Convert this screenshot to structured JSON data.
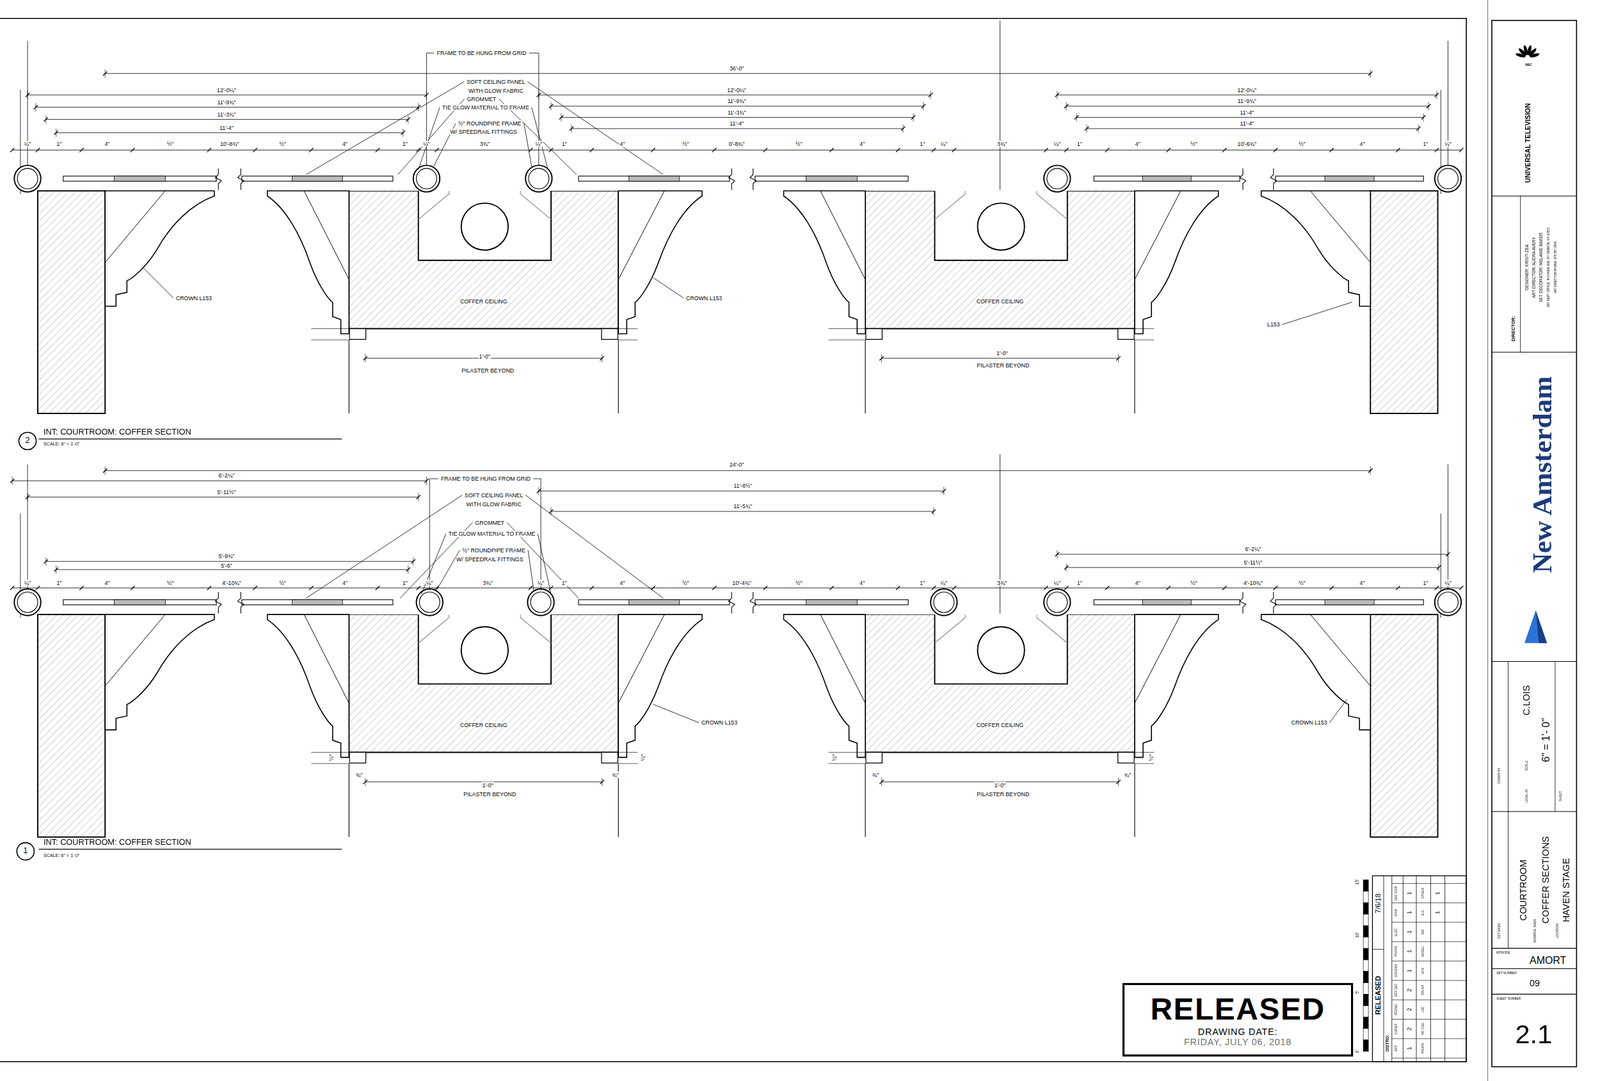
{
  "diagram": {
    "nodes": [
      {
        "text": [
          "COFFER CEILING"
        ]
      },
      {
        "text": [
          "COFFER CEILING"
        ]
      },
      {
        "text": [
          "2"
        ]
      },
      {
        "text": [
          "COFFER CEILING"
        ]
      },
      {
        "text": [
          "COFFER CEILING"
        ]
      },
      {
        "text": [
          "1"
        ]
      },
      {
        "text": [
          "RELEASED",
          "DRAWING DATE:",
          "FRIDAY, JULY 06, 2018"
        ]
      }
    ],
    "labels": [
      "FRAME TO BE HUNG FROM GRID",
      "36'-0\"",
      "12'-0¼\"",
      "11'-9¾\"",
      "11'-3¾\"",
      "11'-4\"",
      "SOFT CEILING PANEL",
      "WITH GLOW FABRIC",
      "GROMMET",
      "TIE GLOW MATERIAL TO FRAME",
      "½\" ROUNDPIPE FRAME",
      "W/ SPEEDRAIL FITTINGS",
      "12'-0¼\"",
      "11'-9¾\"",
      "11'-3¾\"",
      "11'-4\"",
      "12'-0¼\"",
      "11'-9¾\"",
      "11'-4\"",
      "11'-4\"",
      "¼\"",
      "1\"",
      "4\"",
      "½\"",
      "10'-8¾\"",
      "½\"",
      "4\"",
      "1\"",
      "¼\"",
      "3¾\"",
      "¼\"",
      "1\"",
      "4\"",
      "½\"",
      "0'-8¾\"",
      "½\"",
      "4\"",
      "1\"",
      "¼\"",
      "3¾\"",
      "¼\"",
      "1\"",
      "4\"",
      "½\"",
      "10'-6¾\"",
      "½\"",
      "4\"",
      "1\"",
      "¼\"",
      "CROWN L153",
      "CROWN L153",
      "L153",
      "1'-0\"",
      "PILASTER BEYOND",
      "1'-0\"",
      "PILASTER BEYOND",
      "INT: COURTROOM: COFFER SECTION",
      "SCALE: 6\" = 1'-0\"",
      "FRAME TO BE HUNG FROM GRID",
      "24'-0\"",
      "6'-2¼\"",
      "5'-11½\"",
      "SOFT CEILING PANEL",
      "WITH GLOW FABRIC",
      "11'-8½\"",
      "11'-5¾\"",
      "GROMMET",
      "TIE GLOW MATERIAL TO FRAME",
      "½\" ROUNDPIPE FRAME",
      "W/ SPEEDRAIL FITTINGS",
      "6'-2¼\"",
      "5'-11½\"",
      "5'-9¾\"",
      "5'-6\"",
      "¼\"",
      "1\"",
      "4\"",
      "½\"",
      "4'-10¾\"",
      "½\"",
      "4\"",
      "1\"",
      "¼\"",
      "3¾\"",
      "¼\"",
      "1\"",
      "4\"",
      "½\"",
      "10'-4¾\"",
      "½\"",
      "4\"",
      "1\"",
      "¼\"",
      "3¾\"",
      "¼\"",
      "1\"",
      "4\"",
      "½\"",
      "4'-10¾\"",
      "½\"",
      "4\"",
      "1\"",
      "¼\"",
      "½\"",
      "½\"",
      "½\"",
      "½\"",
      "¾\"",
      "¾\"",
      "¾\"",
      "¾\"",
      "1'-0\"",
      "PILASTER BEYOND",
      "1'-0\"",
      "PILASTER BEYOND",
      "CROWN L153",
      "CROWN L153",
      "INT: COURTROOM: COFFER SECTION",
      "SCALE: 6\" = 1'-0\"",
      "0'",
      "5'",
      "10'",
      "15'",
      "RELEASED",
      "7/6/18",
      "DISTRO:",
      "ART",
      "CONST",
      "SCENIC",
      "SET DEC",
      "GREENS",
      "PROPS",
      "ELEC.",
      "GRIP",
      "DSC GRIP",
      "1",
      "2",
      "2",
      "2",
      "1",
      "1",
      "1",
      "1",
      "1",
      "PROPS",
      "PIC CAR",
      "LOC",
      "STUNT",
      "VFX",
      "MODEL",
      "DIR",
      "A.D.",
      "OTHER",
      "1",
      "1",
      "NBC",
      "UNIVERSAL TELEVISION",
      "DIRECTOR:",
      "DESIGNER: KRISTI ZEA",
      "ART DIRECTOR: AUDRA AVERY",
      "SET DECORATOR: MELANIE BAKER",
      "ART DEPT OFFICE: 40 HAVEN AVE, MT VERNON, NY 10553",
      "ART DIRECTOR PHONE: 978.387.0894",
      "New Amsterdam",
      "DRAWN BY",
      "C.LOIS",
      "SCALE",
      "6\" = 1'- 0\"",
      "LEGAL IN",
      "SHEET",
      "SET NAME",
      "COURTROOM",
      "DRAWING NAME",
      "COFFER SECTIONS",
      "LOCATION",
      "HAVEN STAGE",
      "EPISODE",
      "AMORT",
      "SET NUMBER",
      "09",
      "SHEET NUMBER",
      "2.1"
    ]
  }
}
